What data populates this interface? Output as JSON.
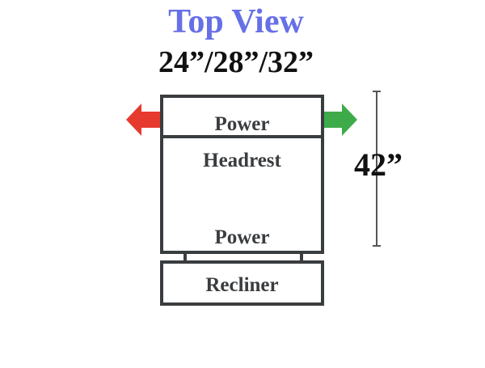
{
  "title": "Top View",
  "widths_label": "24”/28”/32”",
  "length_label": "42”",
  "sections": {
    "top": "Power",
    "middle_top": "Headrest",
    "middle_bottom": "Power",
    "bottom": "Recliner"
  },
  "colors": {
    "title": "#6670e6",
    "outline": "#3a3d40",
    "left_arrow": "#e63a2e",
    "right_arrow": "#3eab4a",
    "dimension_line": "#555555"
  },
  "icons": {
    "left": "arrow-left-icon",
    "right": "arrow-right-icon"
  }
}
